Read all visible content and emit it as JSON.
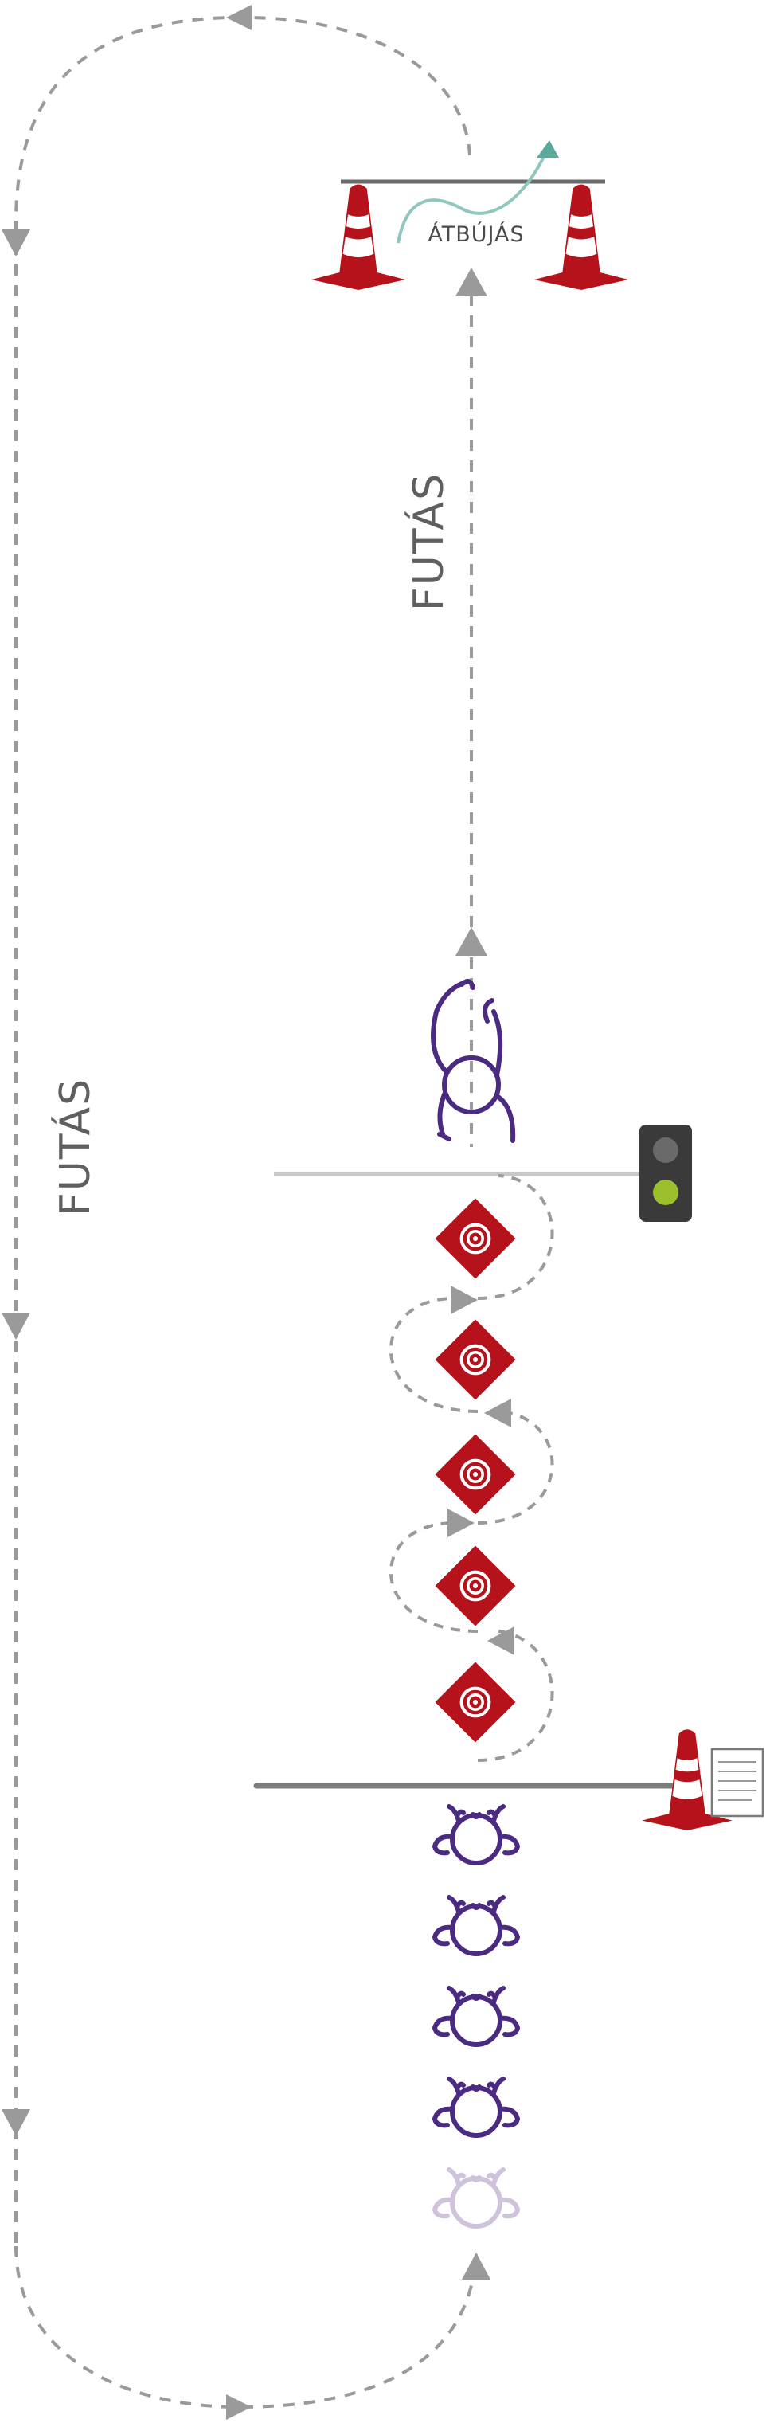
{
  "labels": {
    "run_label_right": "FUTÁS",
    "run_label_left": "FUTÁS",
    "crawl_label": "ÁTBÚJÁS"
  },
  "colors": {
    "path_gray": "#9a9a9a",
    "cone_red": "#b5121b",
    "player_purple": "#4b2a82",
    "player_faded": "#cfc3dc",
    "target_red": "#b5121b",
    "teal_arrow": "#5aa99b",
    "traffic_light_body": "#3a3a3a",
    "traffic_light_green": "#9bc02b",
    "traffic_light_off": "#6a6a6a"
  },
  "icons": {
    "cones": "traffic-cone-icon",
    "clipboard": "clipboard-icon",
    "traffic_light": "traffic-light-icon",
    "player": "player-icon",
    "target": "target-icon"
  },
  "waiting_players": 5
}
